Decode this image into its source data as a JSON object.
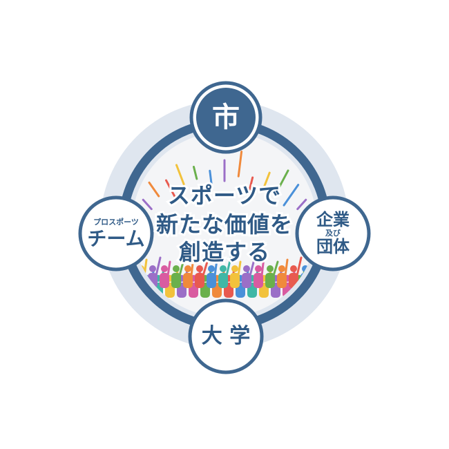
{
  "colors": {
    "ring": "#3f6790",
    "ring_light": "#dfe6ef",
    "inner": "#f4f5f7",
    "text": "#2f5a86",
    "rays": [
      "#e85a4f",
      "#f2c23c",
      "#6ab04c",
      "#4a90d9",
      "#9b6fc7",
      "#f08a3c"
    ],
    "crowd": [
      "#e85a4f",
      "#f2c23c",
      "#6ab04c",
      "#4a90d9",
      "#9b6fc7",
      "#f08a3c",
      "#3fb7a6",
      "#d95ba0"
    ]
  },
  "center": {
    "line1": "スポーツで",
    "line2": "新たな価値を",
    "line3": "創造する"
  },
  "nodes": {
    "top": {
      "label": "市"
    },
    "left": {
      "small": "プロスポーツ",
      "label": "チーム"
    },
    "right": {
      "line1": "企業",
      "small": "及び",
      "line2": "団体"
    },
    "bottom": {
      "label": "大 学"
    }
  }
}
